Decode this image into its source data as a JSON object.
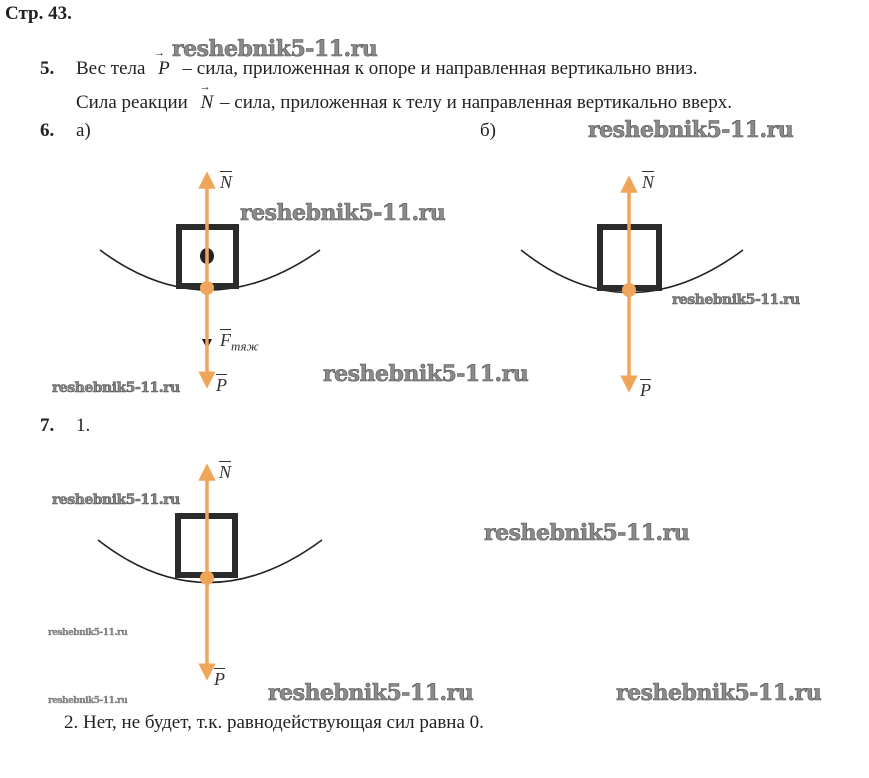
{
  "page_header": "Стр. 43.",
  "task5": {
    "number": "5.",
    "line1_before": "Вес тела",
    "line1_vector": "P",
    "line1_after": "– сила, приложенная к опоре и направленная вертикально вниз.",
    "line2_before": "Сила реакции",
    "line2_vector": "N",
    "line2_after": "– сила, приложенная к телу и направленная вертикально вверх."
  },
  "task6": {
    "number": "6.",
    "part_a": "а)",
    "part_b": "б)",
    "diagram_a": {
      "label_up": "N",
      "label_gravity": "F",
      "label_gravity_sub": "тяж",
      "label_down": "P"
    },
    "diagram_b": {
      "label_up": "N",
      "label_down": "P"
    }
  },
  "task7": {
    "number": "7.",
    "item1": "1.",
    "diagram": {
      "label_up": "N",
      "label_down": "P"
    },
    "item2": "2. Нет, не будет, т.к. равнодействующая сил равна 0."
  },
  "watermark": "reshebnik5-11.ru",
  "colors": {
    "force_arrow": "#f0a65a",
    "box": "#2b2b2b",
    "surface": "#222222"
  }
}
